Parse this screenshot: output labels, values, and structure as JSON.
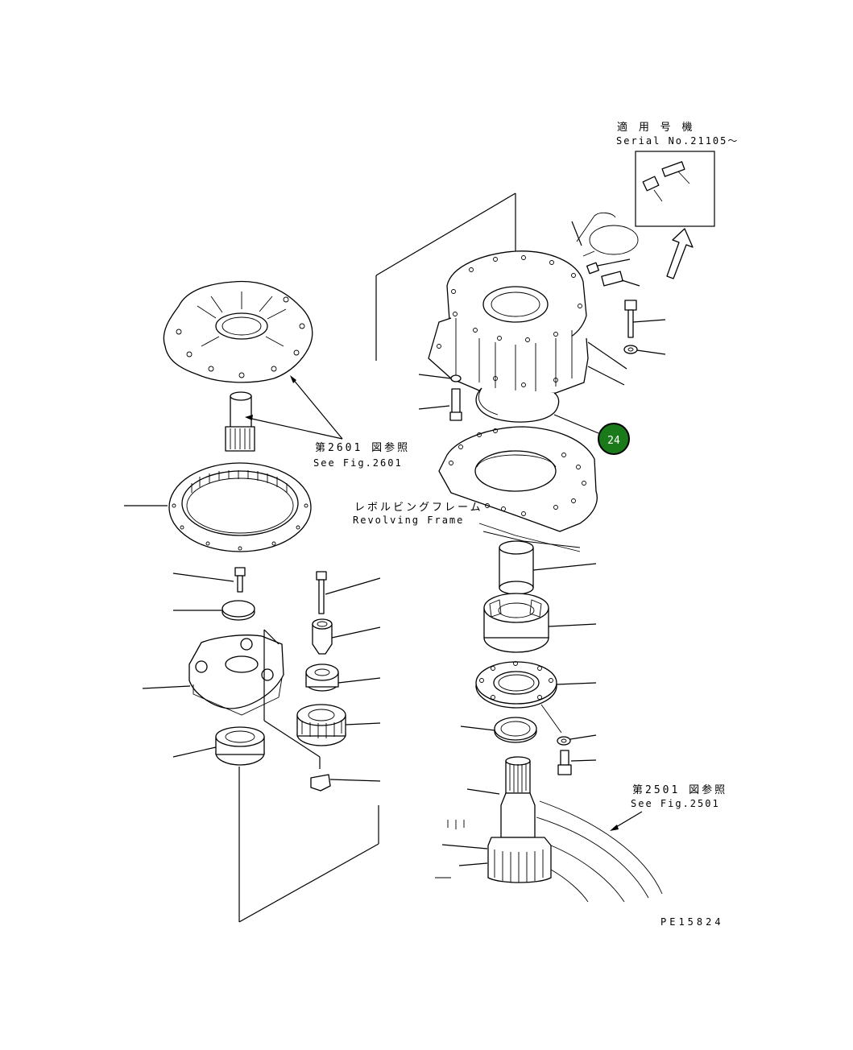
{
  "serial_box": {
    "jp": "適 用 号 機",
    "serial": "Serial No.21105～"
  },
  "references": [
    {
      "jp": "第2601 図参照",
      "en": "See Fig.2601"
    },
    {
      "jp": "第2501 図参照",
      "en": "See Fig.2501"
    }
  ],
  "frame_label": {
    "jp": "レボルビングフレーム",
    "en": "Revolving Frame"
  },
  "callout": {
    "number": "24",
    "color": "#1a7a1a"
  },
  "drawing_number": "PE15824"
}
